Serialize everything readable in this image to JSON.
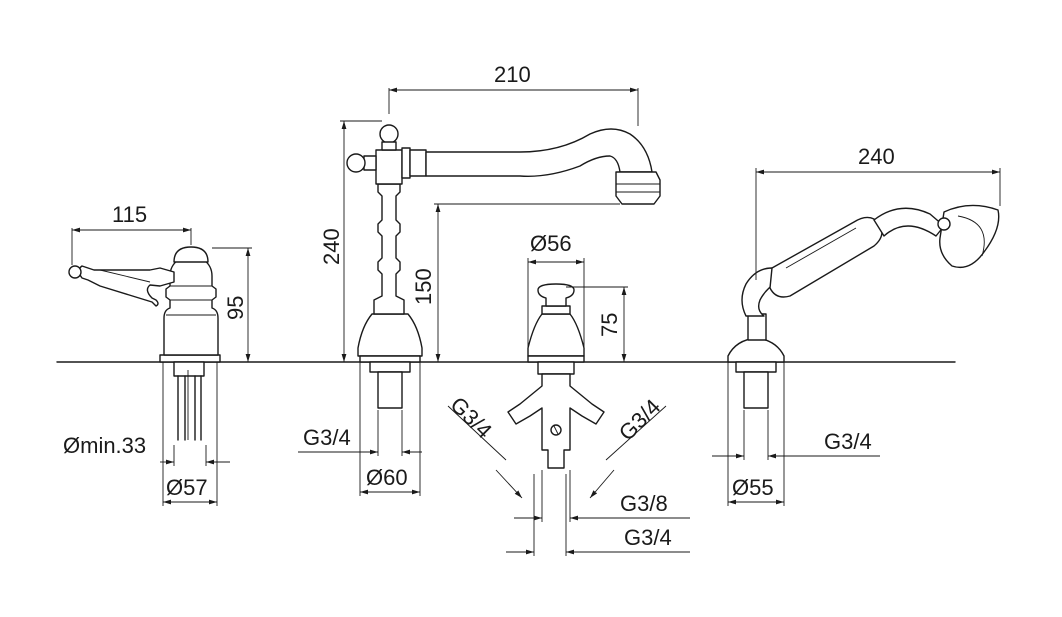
{
  "dimensions": {
    "lever_width": "115",
    "lever_height": "95",
    "lever_hole_min": "Ømin.33",
    "lever_base": "Ø57",
    "spout_reach": "210",
    "spout_height_total": "240",
    "spout_outlet_height": "150",
    "spout_thread": "G3/4",
    "spout_base": "Ø60",
    "diverter_cap": "Ø56",
    "diverter_height": "75",
    "diverter_thread_left": "G3/4",
    "diverter_thread_right": "G3/4",
    "diverter_thread_g38": "G3/8",
    "diverter_thread_g34": "G3/4",
    "shower_length": "240",
    "shower_base": "Ø55",
    "shower_thread": "G3/4"
  },
  "colors": {
    "line": "#1a1a1a",
    "background": "#ffffff"
  }
}
